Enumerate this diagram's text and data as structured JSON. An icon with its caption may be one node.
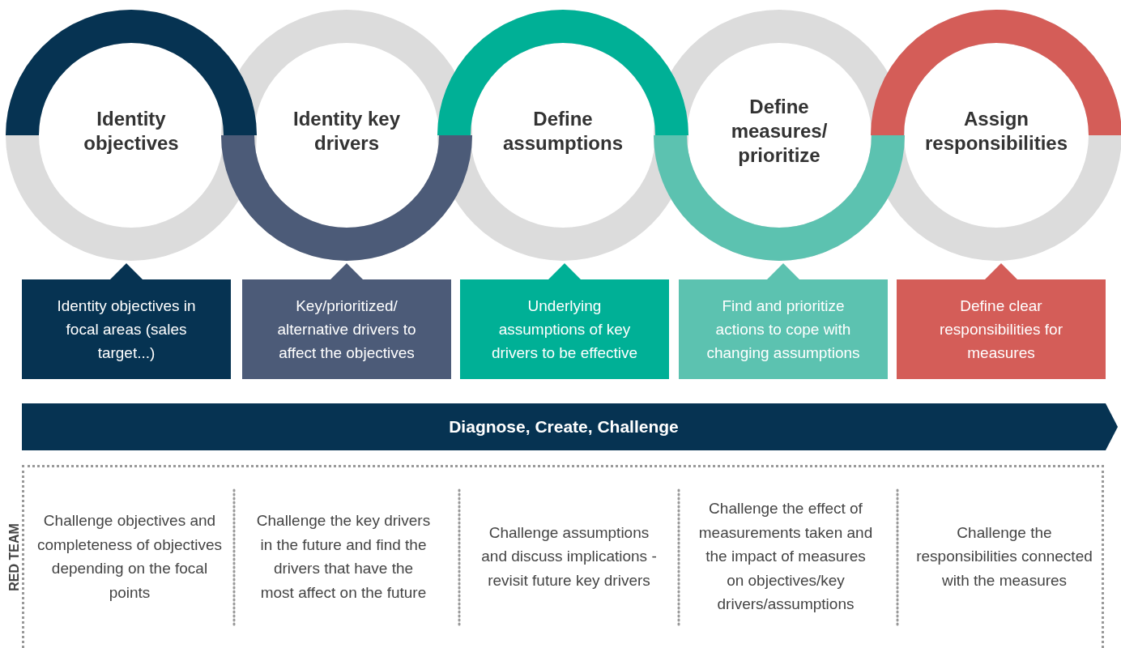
{
  "diagram": {
    "nodes": [
      {
        "text": [
          "Identity objectives"
        ]
      },
      {
        "text": [
          "Identity key drivers"
        ]
      },
      {
        "text": [
          "Define assumptions"
        ]
      },
      {
        "text": [
          "Define measures/ prioritize"
        ]
      },
      {
        "text": [
          "Assign responsibilities"
        ]
      },
      {
        "text": [
          "Identity objectives in focal areas (sales target...)"
        ]
      },
      {
        "text": [
          "Key/prioritized/ alternative drivers to affect the objectives"
        ]
      },
      {
        "text": [
          "Underlying assumptions of key drivers to be effective"
        ]
      },
      {
        "text": [
          "Find and prioritize actions to cope with changing assumptions"
        ]
      },
      {
        "text": [
          "Define clear responsibilities for measures"
        ]
      },
      {
        "text": [
          "Diagnose, Create, Challenge"
        ]
      },
      {
        "text": [
          "RED TEAM"
        ]
      },
      {
        "text": [
          "Challenge objectives and completeness of objectives depending on the focal points"
        ],
        "in": 11
      },
      {
        "text": [
          "Challenge the key drivers in the future and find the drivers that have the most affect on the future"
        ],
        "in": 11
      },
      {
        "text": [
          "Challenge assumptions and discuss implications - revisit future key drivers"
        ],
        "in": 11
      },
      {
        "text": [
          "Challenge the effect of measurements taken and the impact of measures on objectives/key drivers/assumptions"
        ],
        "in": 11
      },
      {
        "text": [
          "Challenge the responsibilities connected with the measures"
        ],
        "in": 11
      }
    ]
  }
}
